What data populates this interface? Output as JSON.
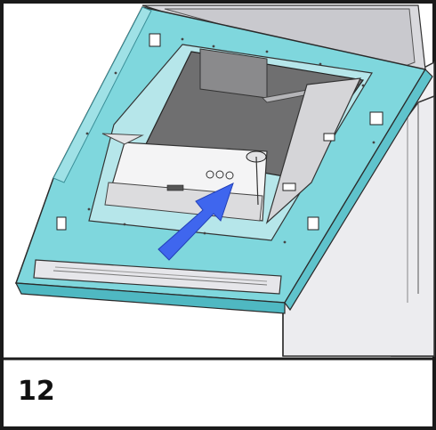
{
  "step": {
    "number": "12"
  },
  "colors": {
    "frame": "#1a1a1a",
    "cyan_panel": "#7fd7dd",
    "cyan_edge": "#4fb8c2",
    "arrow": "#3f66ee",
    "gray_box": "#9a9a9a",
    "light_gray": "#e9e9eb"
  },
  "illustration": {
    "subject": "hood-interior-installation",
    "arrow_icon": "arrow-pointing-to-fixing-point"
  }
}
